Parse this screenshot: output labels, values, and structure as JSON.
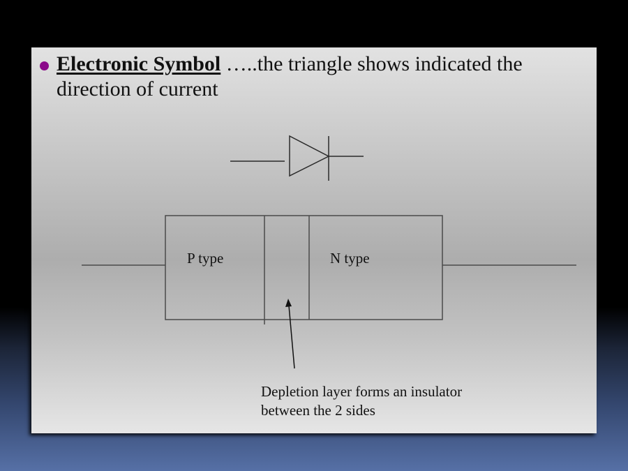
{
  "slide": {
    "bullet": {
      "emphasis": "Electronic Symbol",
      "rest": " …..the triangle shows  indicated the direction of current"
    },
    "diagram": {
      "p_label": "P type",
      "n_label": "N type",
      "caption_line1": "Depletion layer forms an insulator",
      "caption_line2": "between the 2 sides"
    }
  },
  "colors": {
    "bullet": "#8b0a8a",
    "background_bottom": "#5670a6",
    "line": "#444444"
  }
}
